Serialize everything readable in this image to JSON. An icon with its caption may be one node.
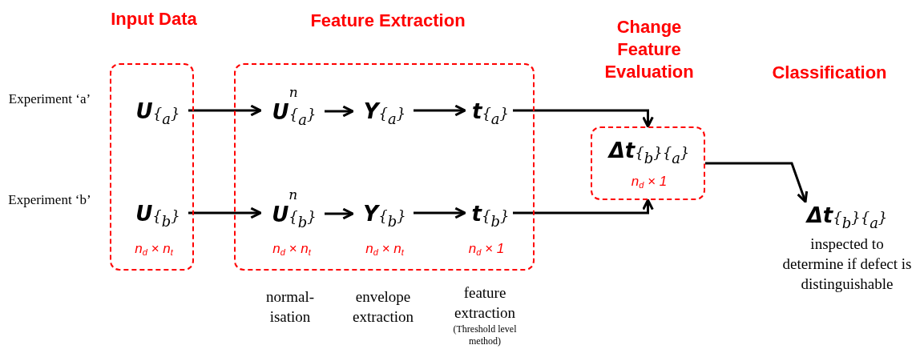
{
  "diagram": {
    "nodes": [
      {
        "text": [
          "Input Data",
          "n$_{d}$ × n$_{t}$"
        ]
      },
      {
        "text": [
          "**U**{$_{a}$}"
        ],
        "in": 0
      },
      {
        "text": [
          "**U**{$_{b}$}"
        ],
        "in": 0
      },
      {
        "text": [
          "Feature Extraction",
          "n$_{d}$ × n$_{t}$",
          "n$_{d}$ × n$_{t}$",
          "n$_{d}$ × 1"
        ]
      },
      {
        "text": [
          "**U**$^{n}${$_{a}$}"
        ],
        "in": 3
      },
      {
        "text": [
          "**Y**{$_{a}$}"
        ],
        "in": 3
      },
      {
        "text": [
          "**t**{$_{a}$}"
        ],
        "in": 3
      },
      {
        "text": [
          "**U**$^{n}${$_{b}$}"
        ],
        "in": 3
      },
      {
        "text": [
          "**Y**{$_{b}$}"
        ],
        "in": 3
      },
      {
        "text": [
          "**t**{$_{b}$}"
        ],
        "in": 3
      },
      {
        "text": [
          "Change Feature Evaluation",
          "**Δt**{$_{b}$}{$_{a}$}",
          "n$_{d}$ × 1"
        ]
      },
      {
        "text": [
          "**Δt**{$_{b}$}{$_{a}$}",
          "inspected to determine if defect is distinguishable"
        ]
      }
    ],
    "edges": [
      {
        "from": 1,
        "to": 4,
        "arrow": "to"
      },
      {
        "from": 4,
        "to": 5,
        "arrow": "to"
      },
      {
        "from": 5,
        "to": 6,
        "arrow": "to"
      },
      {
        "from": 2,
        "to": 7,
        "arrow": "to"
      },
      {
        "from": 7,
        "to": 8,
        "arrow": "to"
      },
      {
        "from": 8,
        "to": 9,
        "arrow": "to"
      },
      {
        "from": 6,
        "to": 10,
        "arrow": "to"
      },
      {
        "from": 9,
        "to": 10,
        "arrow": "to"
      },
      {
        "from": 10,
        "to": 11,
        "arrow": "to"
      }
    ],
    "labels": [
      "Experiment ‘a’",
      "Experiment ‘b’",
      "Classification",
      "normal- isation",
      "envelope extraction",
      "feature extraction",
      "(Threshold level method)"
    ]
  }
}
